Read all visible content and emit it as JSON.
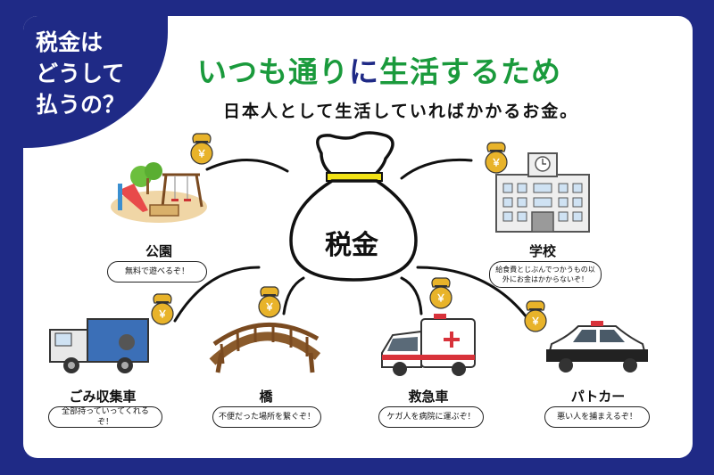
{
  "corner_title": "税金は\nどうして\n払うの？",
  "headline": {
    "part1": "いつも通り",
    "part2": "に",
    "part3": "生活するため"
  },
  "subtitle": "日本人として生活していればかかるお金。",
  "center_bag": "税金",
  "coin_symbol": "￥",
  "colors": {
    "navy": "#1f2a86",
    "green": "#1a9a3c",
    "gold": "#e8b32a"
  },
  "items": [
    {
      "label": "公園",
      "desc": "無料で遊べるぞ！"
    },
    {
      "label": "学校",
      "desc": "給食費とじぶんでつかうもの以外にお金はかからないぞ！"
    },
    {
      "label": "ごみ収集車",
      "desc": "全部持っていってくれるぞ！"
    },
    {
      "label": "橋",
      "desc": "不便だった場所を繋ぐぞ！"
    },
    {
      "label": "救急車",
      "desc": "ケガ人を病院に運ぶぞ！"
    },
    {
      "label": "パトカー",
      "desc": "悪い人を捕まえるぞ！"
    }
  ]
}
